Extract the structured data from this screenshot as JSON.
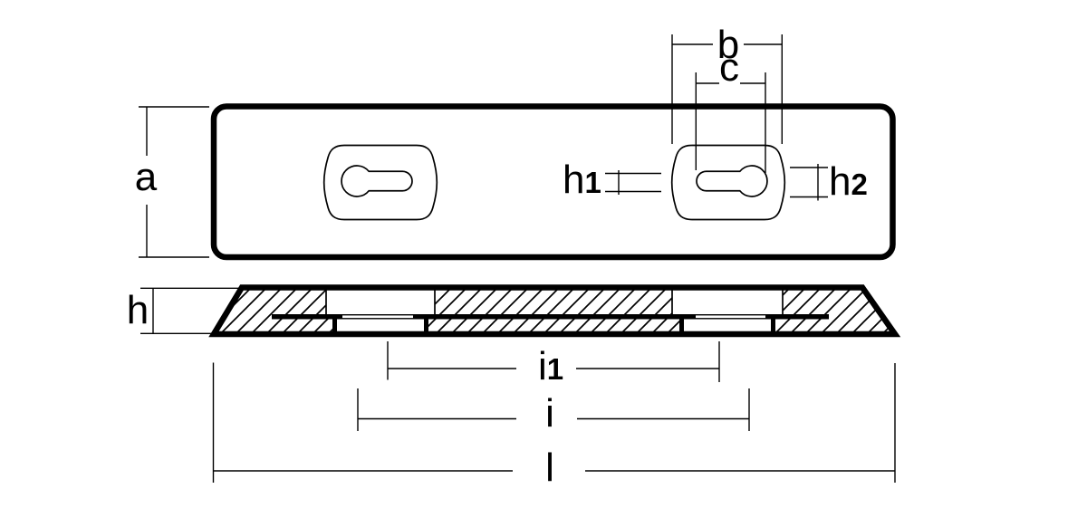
{
  "drawing": {
    "background": "#ffffff",
    "ink": "#000000",
    "views": {
      "top_view": "plate top view with two keyhole slots",
      "section_view": "hatched cross-section"
    },
    "dimension_labels": {
      "a": "a",
      "b": "b",
      "c": "c",
      "h1": {
        "letter": "h",
        "digit": "1"
      },
      "h2": {
        "letter": "h",
        "digit": "2"
      },
      "h": "h",
      "i1": {
        "letter": "i",
        "digit": "1"
      },
      "i": "i",
      "l": "l"
    }
  }
}
